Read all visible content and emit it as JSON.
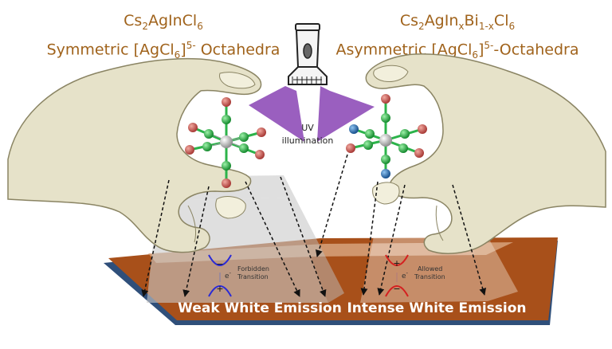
{
  "left_material": {
    "formula": {
      "base": "Cs",
      "sub1": "2",
      "mid": "AgInCl",
      "sub2": "6"
    },
    "octahedra": {
      "prefix": "Symmetric [AgCl",
      "sub": "6",
      "close": "]",
      "sup": "5-",
      "suffix": " Octahedra"
    }
  },
  "right_material": {
    "formula": {
      "base": "Cs",
      "sub1": "2",
      "mid1": "AgIn",
      "sub2": "x",
      "mid2": "Bi",
      "sub3": "1-x",
      "mid3": "Cl",
      "sub4": "6"
    },
    "octahedra": {
      "prefix": "Asymmetric [AgCl",
      "sub": "6",
      "close": "]",
      "sup": "5-",
      "suffix": "-Octahedra"
    }
  },
  "uv": {
    "line1": "UV",
    "line2": "illumination"
  },
  "left_transition": {
    "line1": "Forbidden",
    "line2": "Transition",
    "plus": "+",
    "minus": "−",
    "electron": "e",
    "electron_sup": "-"
  },
  "right_transition": {
    "line1": "Allowed",
    "line2": "Transition",
    "plus": "+",
    "minus": "−",
    "electron": "e",
    "electron_sup": "-"
  },
  "emission": {
    "left": "Weak White Emission",
    "right": "Intense White Emission"
  },
  "colors": {
    "title": "#a0631c",
    "hand_fill": "#e6e2c9",
    "hand_stroke": "#8a8463",
    "plate": "#a8501a",
    "plate_edge": "#2f4f7a",
    "uv_beam": "#9a5fbf",
    "chlorine_red": "#c0504d",
    "bond_green": "#2cb34a",
    "silver": "#b8b8b8",
    "bismuth_blue": "#2a72b8",
    "band_blue": "#2b2bd6",
    "band_red": "#d42020"
  }
}
